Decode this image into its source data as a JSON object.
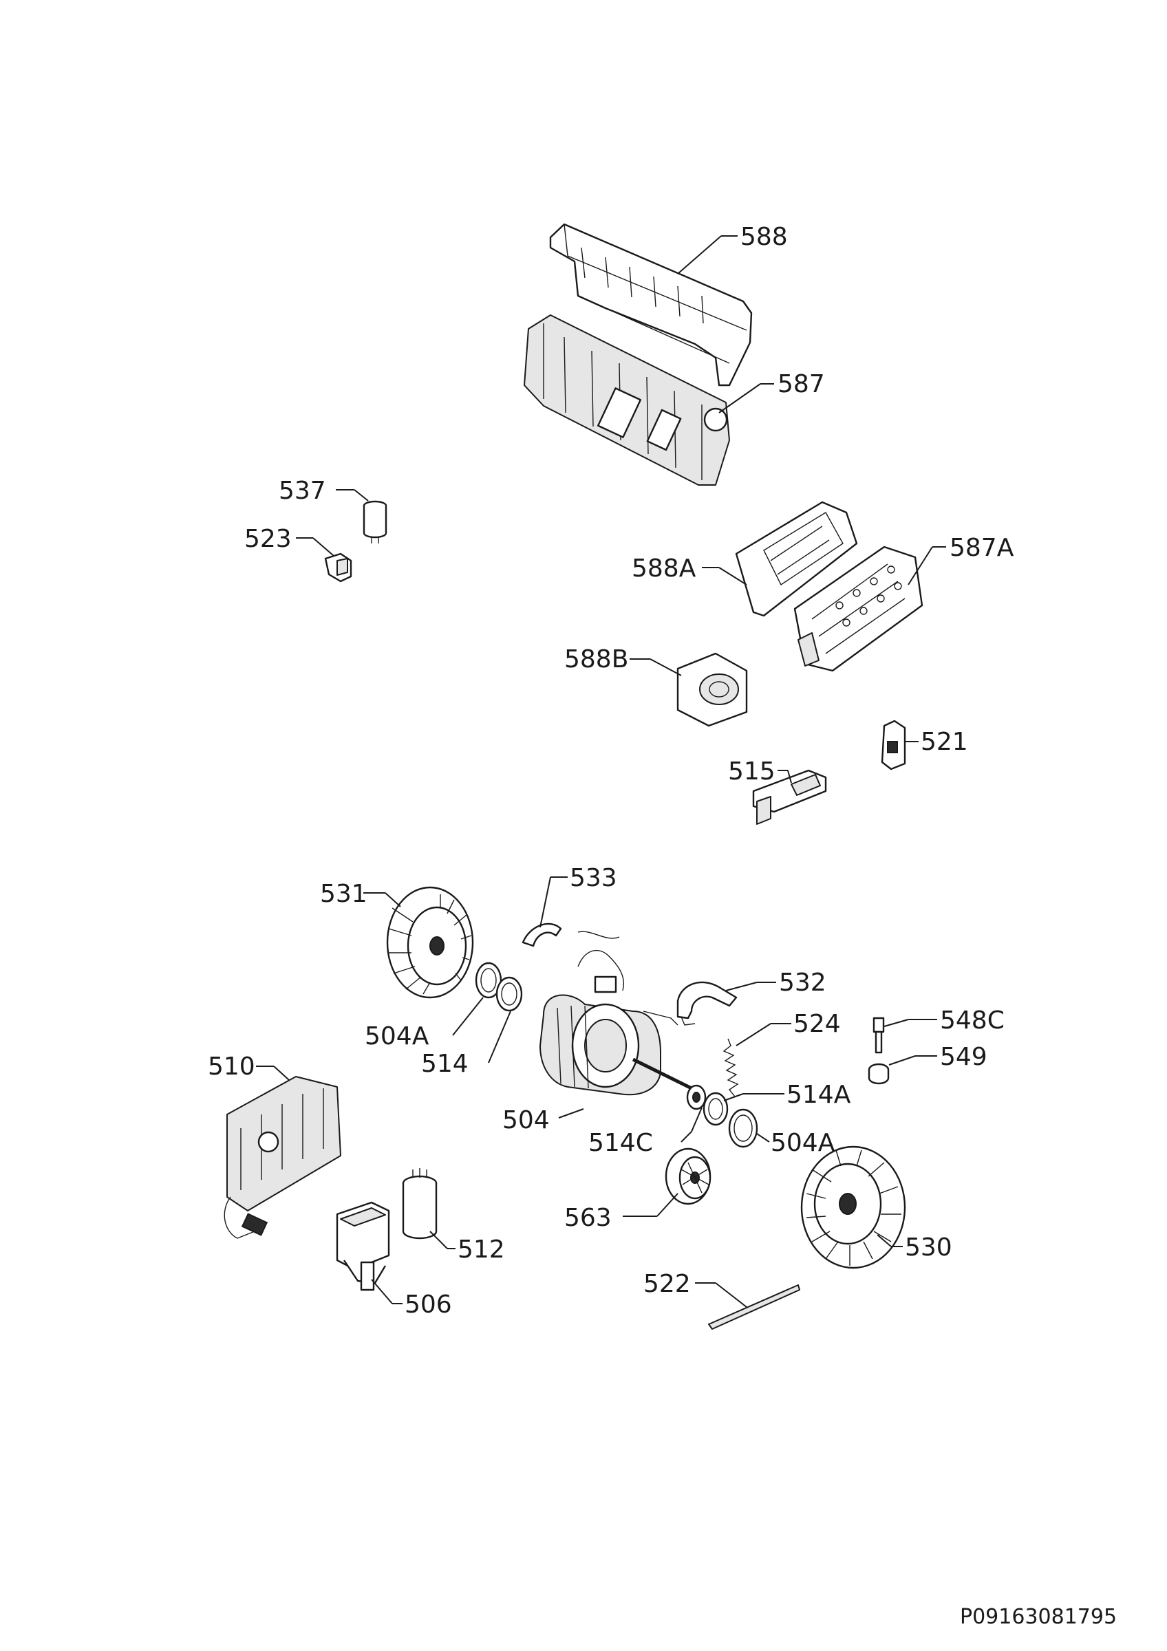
{
  "drawing_ref": "P09163081795",
  "parts": {
    "p588": "588",
    "p587": "587",
    "p537": "537",
    "p523": "523",
    "p588A": "588A",
    "p587A": "587A",
    "p588B": "588B",
    "p521": "521",
    "p515": "515",
    "p531": "531",
    "p533": "533",
    "p532": "532",
    "p524": "524",
    "p548C": "548C",
    "p549": "549",
    "p504A_left": "504A",
    "p514": "514",
    "p510": "510",
    "p504": "504",
    "p514A": "514A",
    "p514C": "514C",
    "p504A_right": "504A",
    "p563": "563",
    "p530": "530",
    "p512": "512",
    "p506": "506",
    "p522": "522"
  }
}
